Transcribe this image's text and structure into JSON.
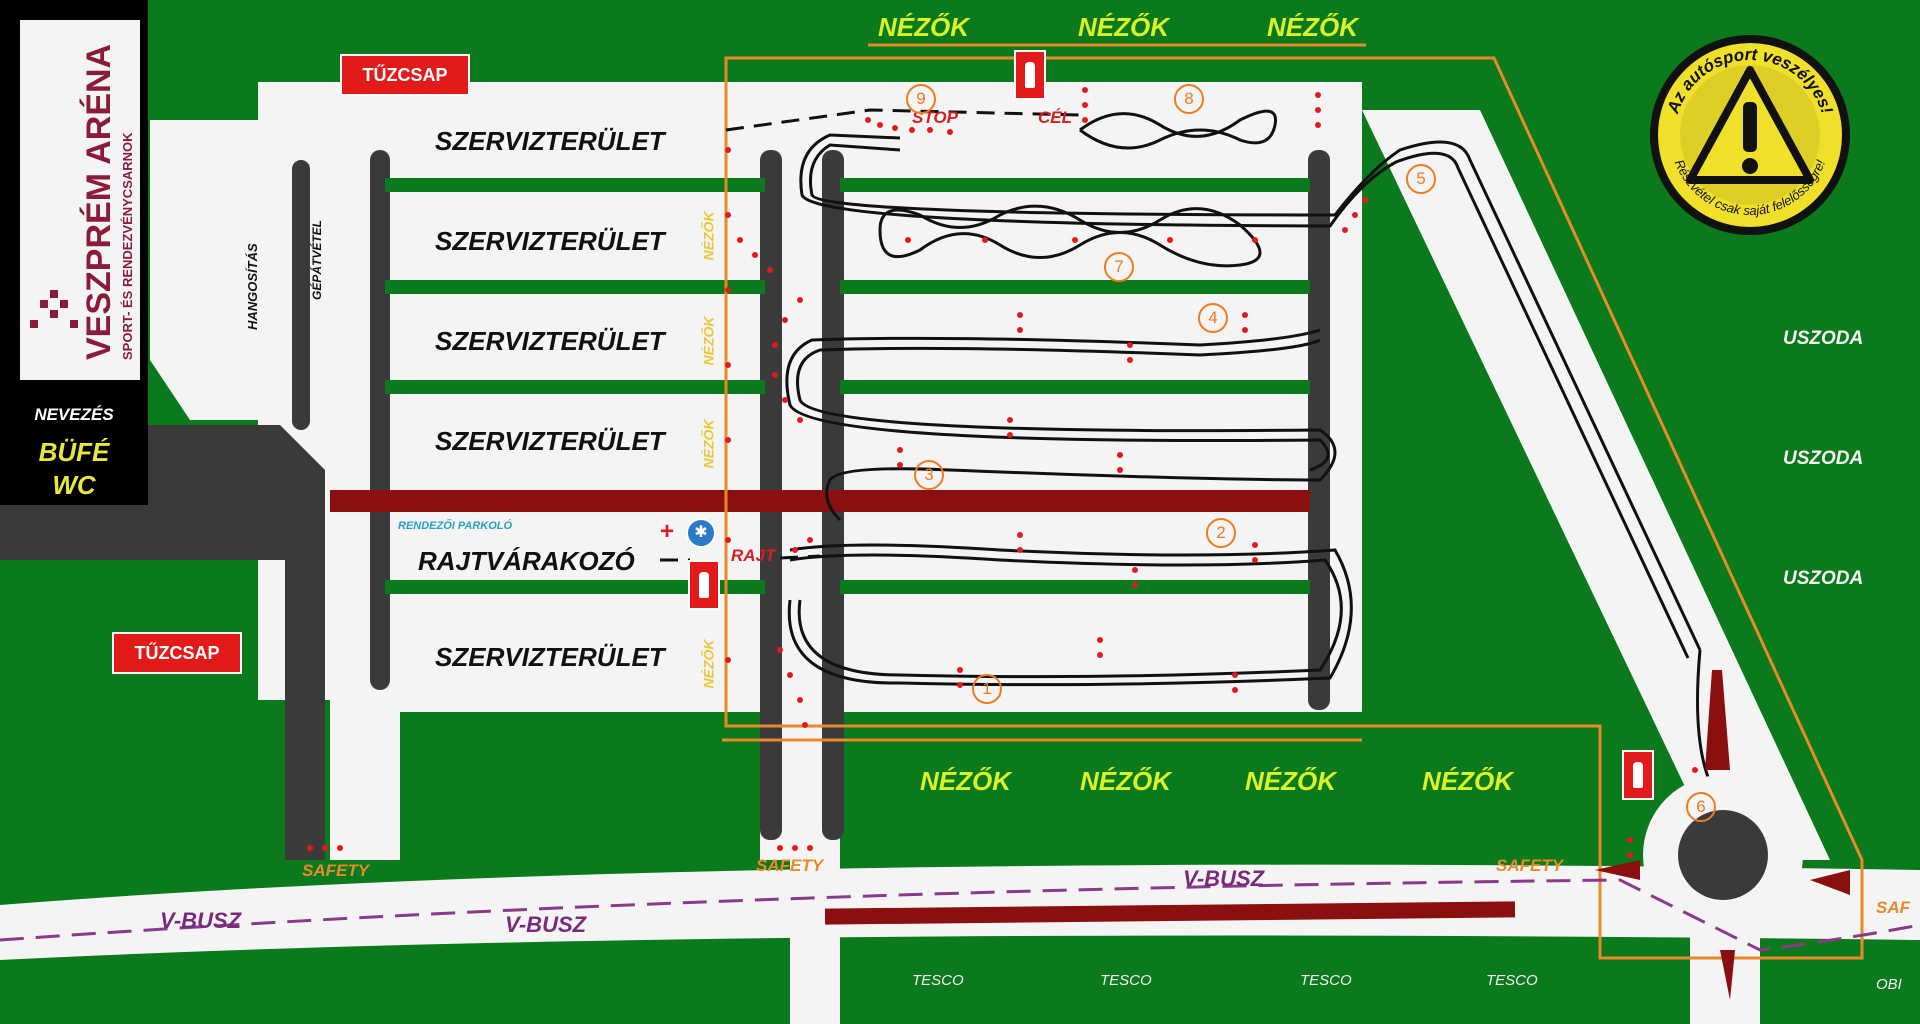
{
  "sidebar": {
    "logo_main": "VESZPRÉM ARÉNA",
    "logo_sub": "SPORT- ÉS RENDEZVÉNYCSARNOK",
    "nevezes": "NEVEZÉS",
    "bufe": "BÜFÉ",
    "wc": "WC"
  },
  "hydrants": [
    "TŰZCSAP",
    "TŰZCSAP"
  ],
  "service_areas": [
    "SZERVIZTERÜLET",
    "SZERVIZTERÜLET",
    "SZERVIZTERÜLET",
    "SZERVIZTERÜLET",
    "SZERVIZTERÜLET"
  ],
  "start_wait": "RAJTVÁRAKOZÓ",
  "organizer_parking": "RENDEZŐI PARKOLÓ",
  "hangositas": "HANGOSÍTÁS",
  "gepatvetel": "GÉPÁTVÉTEL",
  "spectators_top": [
    "NÉZŐK",
    "NÉZŐK",
    "NÉZŐK"
  ],
  "spectators_bottom": [
    "NÉZŐK",
    "NÉZŐK",
    "NÉZŐK",
    "NÉZŐK"
  ],
  "spectators_side": [
    "NÉZŐK",
    "NÉZŐK",
    "NÉZŐK",
    "NÉZŐK"
  ],
  "course": {
    "stop": "STOP",
    "finish": "CÉL",
    "start": "RAJT",
    "markers": [
      "1",
      "2",
      "3",
      "4",
      "5",
      "6",
      "7",
      "8",
      "9"
    ]
  },
  "uszoda": [
    "USZODA",
    "USZODA",
    "USZODA"
  ],
  "tesco": [
    "TESCO",
    "TESCO",
    "TESCO",
    "TESCO"
  ],
  "obi": "OBI",
  "safety": [
    "SAFETY",
    "SAFETY",
    "SAFETY",
    "SAF"
  ],
  "vbusz": [
    "V-BUSZ",
    "V-BUSZ",
    "V-BUSZ"
  ],
  "warning": {
    "top": "Az autósport veszélyes!",
    "bottom": "Részvétel csak saját felelősségre!"
  },
  "colors": {
    "grass": "#0a7a1c",
    "road": "#f4f4f4",
    "asphalt": "#3a3a3a",
    "maroon": "#8a0f0f",
    "orange": "#e8892a",
    "spectator": "#d9f22a",
    "bus": "#8a3a8a",
    "dots": "#e21a1a"
  }
}
